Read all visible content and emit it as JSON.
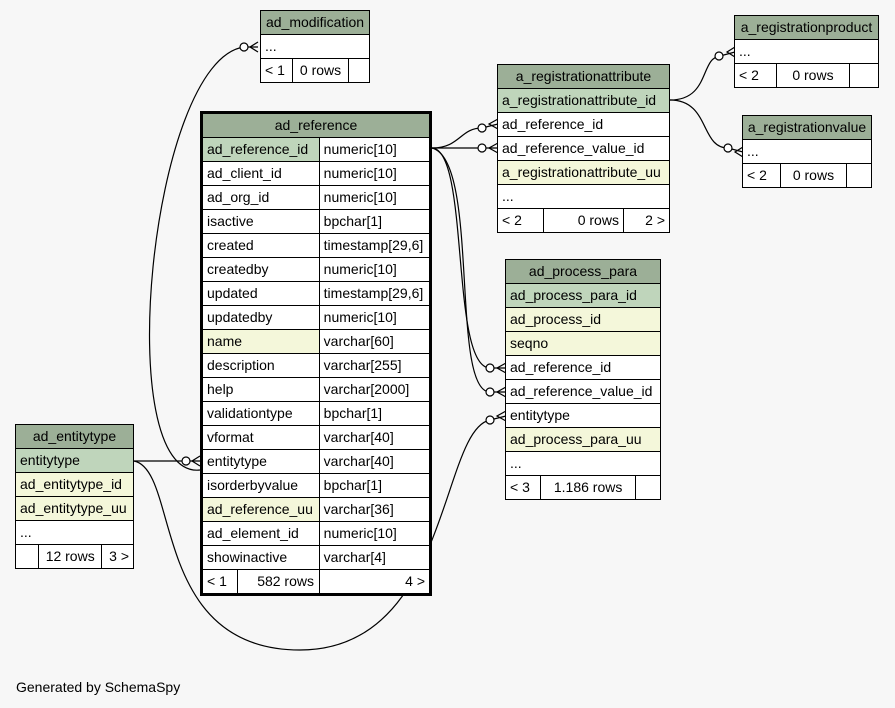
{
  "footer": {
    "text": "Generated by SchemaSpy"
  },
  "tables": {
    "ad_modification": {
      "name": "ad_modification",
      "rows": [
        "..."
      ],
      "foot": [
        "< 1",
        "0 rows",
        ""
      ]
    },
    "ad_reference": {
      "name": "ad_reference",
      "columns": [
        {
          "name": "ad_reference_id",
          "type": "numeric[10]",
          "kind": "pk"
        },
        {
          "name": "ad_client_id",
          "type": "numeric[10]",
          "kind": ""
        },
        {
          "name": "ad_org_id",
          "type": "numeric[10]",
          "kind": ""
        },
        {
          "name": "isactive",
          "type": "bpchar[1]",
          "kind": ""
        },
        {
          "name": "created",
          "type": "timestamp[29,6]",
          "kind": ""
        },
        {
          "name": "createdby",
          "type": "numeric[10]",
          "kind": ""
        },
        {
          "name": "updated",
          "type": "timestamp[29,6]",
          "kind": ""
        },
        {
          "name": "updatedby",
          "type": "numeric[10]",
          "kind": ""
        },
        {
          "name": "name",
          "type": "varchar[60]",
          "kind": "idx"
        },
        {
          "name": "description",
          "type": "varchar[255]",
          "kind": ""
        },
        {
          "name": "help",
          "type": "varchar[2000]",
          "kind": ""
        },
        {
          "name": "validationtype",
          "type": "bpchar[1]",
          "kind": ""
        },
        {
          "name": "vformat",
          "type": "varchar[40]",
          "kind": ""
        },
        {
          "name": "entitytype",
          "type": "varchar[40]",
          "kind": ""
        },
        {
          "name": "isorderbyvalue",
          "type": "bpchar[1]",
          "kind": ""
        },
        {
          "name": "ad_reference_uu",
          "type": "varchar[36]",
          "kind": "idx"
        },
        {
          "name": "ad_element_id",
          "type": "numeric[10]",
          "kind": ""
        },
        {
          "name": "showinactive",
          "type": "varchar[4]",
          "kind": ""
        }
      ],
      "foot": [
        "< 1",
        "582 rows",
        "4 >"
      ]
    },
    "ad_entitytype": {
      "name": "ad_entitytype",
      "rows": [
        {
          "name": "entitytype",
          "kind": "pk"
        },
        {
          "name": "ad_entitytype_id",
          "kind": "idx"
        },
        {
          "name": "ad_entitytype_uu",
          "kind": "idx"
        },
        {
          "name": "...",
          "kind": ""
        }
      ],
      "foot": [
        "",
        "12 rows",
        "3 >"
      ]
    },
    "a_registrationattribute": {
      "name": "a_registrationattribute",
      "rows": [
        {
          "name": "a_registrationattribute_id",
          "kind": "pk"
        },
        {
          "name": "ad_reference_id",
          "kind": ""
        },
        {
          "name": "ad_reference_value_id",
          "kind": ""
        },
        {
          "name": "a_registrationattribute_uu",
          "kind": "idx"
        },
        {
          "name": "...",
          "kind": ""
        }
      ],
      "foot": [
        "< 2",
        "0 rows",
        "2 >"
      ]
    },
    "a_registrationproduct": {
      "name": "a_registrationproduct",
      "rows": [
        "..."
      ],
      "foot": [
        "< 2",
        "0 rows",
        ""
      ]
    },
    "a_registrationvalue": {
      "name": "a_registrationvalue",
      "rows": [
        "..."
      ],
      "foot": [
        "< 2",
        "0 rows",
        ""
      ]
    },
    "ad_process_para": {
      "name": "ad_process_para",
      "rows": [
        {
          "name": "ad_process_para_id",
          "kind": "pk"
        },
        {
          "name": "ad_process_id",
          "kind": "idx"
        },
        {
          "name": "seqno",
          "kind": "idx"
        },
        {
          "name": "ad_reference_id",
          "kind": ""
        },
        {
          "name": "ad_reference_value_id",
          "kind": ""
        },
        {
          "name": "entitytype",
          "kind": ""
        },
        {
          "name": "ad_process_para_uu",
          "kind": "idx"
        },
        {
          "name": "...",
          "kind": ""
        }
      ],
      "foot": [
        "< 3",
        "1.186 rows",
        ""
      ]
    }
  }
}
